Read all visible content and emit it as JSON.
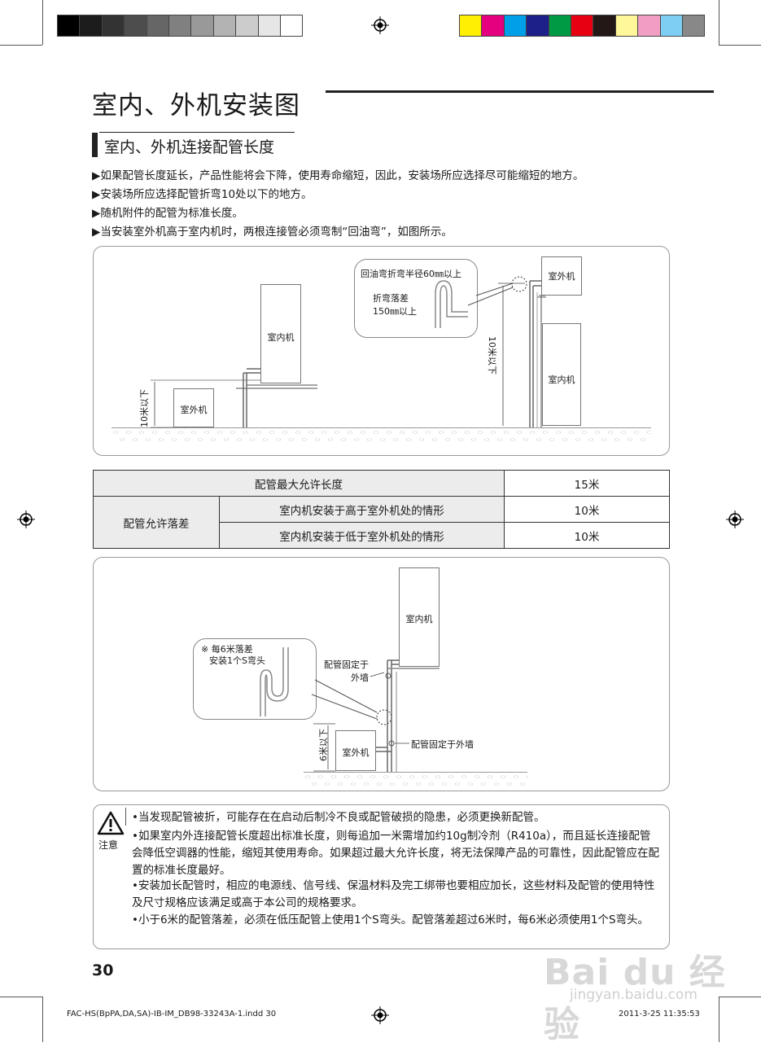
{
  "page": {
    "title": "室内、外机安装图",
    "subtitle": "室内、外机连接配管长度",
    "page_number": "30"
  },
  "colors": {
    "gray_bar": [
      "#000000",
      "#1c1c1c",
      "#333333",
      "#4d4d4d",
      "#666666",
      "#808080",
      "#999999",
      "#b3b3b3",
      "#cccccc",
      "#e6e6e6",
      "#ffffff"
    ],
    "color_bar": [
      "#ffef00",
      "#e4007f",
      "#00a0e9",
      "#1d2088",
      "#009944",
      "#e60012",
      "#231815",
      "#fff799",
      "#f19ec2",
      "#7ecef4",
      "#888888"
    ]
  },
  "bullets": [
    "▶如果配管长度延长，产品性能将会下降，使用寿命缩短，因此，安装场所应选择尽可能缩短的地方。",
    "▶安装场所应选择配管折弯10处以下的地方。",
    "▶随机附件的配管为标准长度。",
    "▶当安装室外机高于室内机时，两根连接管必须弯制“回油弯”，如图所示。"
  ],
  "diagram1": {
    "left": {
      "indoor": "室内机",
      "outdoor": "室外机",
      "height": "10米以下"
    },
    "callout": {
      "radius_note": "回油弯折弯半径60㎜以上",
      "drop_line1": "折弯落差",
      "drop_line2": "150㎜以上"
    },
    "right": {
      "outdoor": "室外机",
      "indoor": "室内机",
      "height": "10米以下"
    }
  },
  "table": {
    "row1": {
      "label": "配管最大允许长度",
      "value": "15米"
    },
    "group_label": "配管允许落差",
    "row2": {
      "label": "室内机安装于高于室外机处的情形",
      "value": "10米"
    },
    "row3": {
      "label": "室内机安装于低于室外机处的情形",
      "value": "10米"
    }
  },
  "diagram2": {
    "indoor": "室内机",
    "outdoor": "室外机",
    "height": "6米以下",
    "callout_line1": "※ 每6米落差",
    "callout_line2": "安装1个S弯头",
    "fix_upper_line1": "配管固定于",
    "fix_upper_line2": "外墙",
    "fix_lower": "配管固定于外墙"
  },
  "caution": {
    "label": "注意",
    "items": [
      "•当发现配管被折，可能存在在启动后制冷不良或配管破损的隐患，必须更换新配管。",
      "•如果室内外连接配管长度超出标准长度，则每追加一米需增加约10g制冷剂（R410a），而且延长连接配管会降低空调器的性能，缩短其使用寿命。如果超过最大允许长度，将无法保障产品的可靠性，因此配管应在配置的标准长度最好。",
      "•安装加长配管时，相应的电源线、信号线、保温材料及完工绑带也要相应加长，这些材料及配管的使用特性及尺寸规格应该满足或高于本公司的规格要求。",
      "•小于6米的配管落差，必须在低压配管上使用1个S弯头。配管落差超过6米时，每6米必须使用1个S弯头。"
    ]
  },
  "footer": {
    "file": "FAC-HS(BpPA,DA,SA)-IB-IM_DB98-33243A-1.indd   30",
    "timestamp": "2011-3-25   11:35:53"
  },
  "watermark": {
    "brand": "Bai du 经验",
    "url": "jingyan.baidu.com"
  }
}
